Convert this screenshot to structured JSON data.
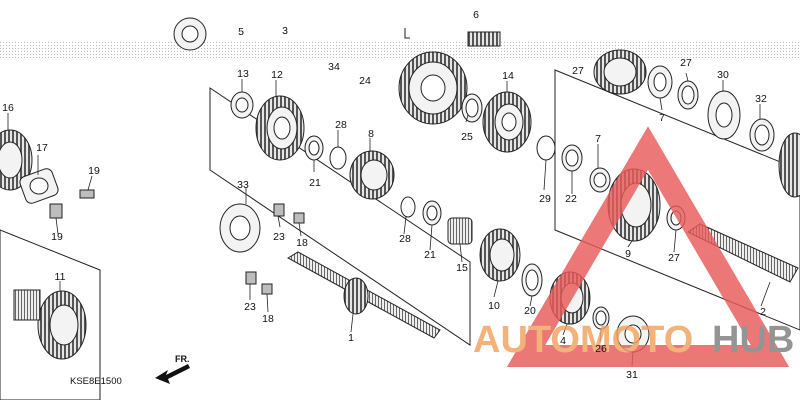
{
  "diagram_code": "KSE8E1500",
  "direction_arrow_label": "FR.",
  "watermark": {
    "part1": "AUTOMOTO",
    "part2": "HUB",
    "color_main": "#f0a25c",
    "color_secondary": "#7d7d7d",
    "triangle_color": "#e85a5a"
  },
  "callouts": {
    "c1": "1",
    "c2": "2",
    "c3": "3",
    "c4": "4",
    "c5": "5",
    "c6": "6",
    "c7a": "7",
    "c7b": "7",
    "c8": "8",
    "c9": "9",
    "c10": "10",
    "c11": "11",
    "c12": "12",
    "c13": "13",
    "c14": "14",
    "c15": "15",
    "c16": "16",
    "c17": "17",
    "c18a": "18",
    "c18b": "18",
    "c19a": "19",
    "c19b": "19",
    "c20": "20",
    "c21a": "21",
    "c21b": "21",
    "c22": "22",
    "c23a": "23",
    "c23b": "23",
    "c24": "24",
    "c25": "25",
    "c26": "26",
    "c27a": "27",
    "c27b": "27",
    "c28a": "28",
    "c28b": "28",
    "c29": "29",
    "c30": "30",
    "c31": "31",
    "c32": "32",
    "c33": "33",
    "c34": "34"
  }
}
